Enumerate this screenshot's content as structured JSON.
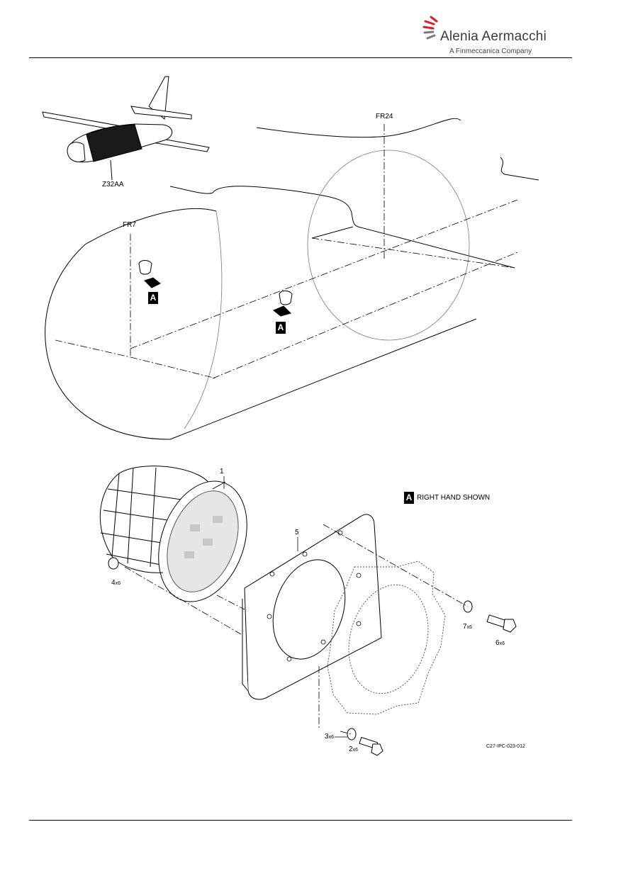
{
  "header": {
    "company": "Alenia Aermacchi",
    "tagline": "A Finmeccanica Company"
  },
  "figure": {
    "zone_label": "Z32AA",
    "frame_fr7": "FR7",
    "frame_fr24": "FR24",
    "view_letter": "A",
    "view_note": "RIGHT HAND SHOWN",
    "drawing_id": "C27-IPC-023-012",
    "items": [
      {
        "num": "1",
        "qty": ""
      },
      {
        "num": "2",
        "qty": "x6"
      },
      {
        "num": "3",
        "qty": "x6"
      },
      {
        "num": "4",
        "qty": "x6"
      },
      {
        "num": "5",
        "qty": ""
      },
      {
        "num": "6",
        "qty": "x6"
      },
      {
        "num": "7",
        "qty": "x6"
      }
    ]
  }
}
